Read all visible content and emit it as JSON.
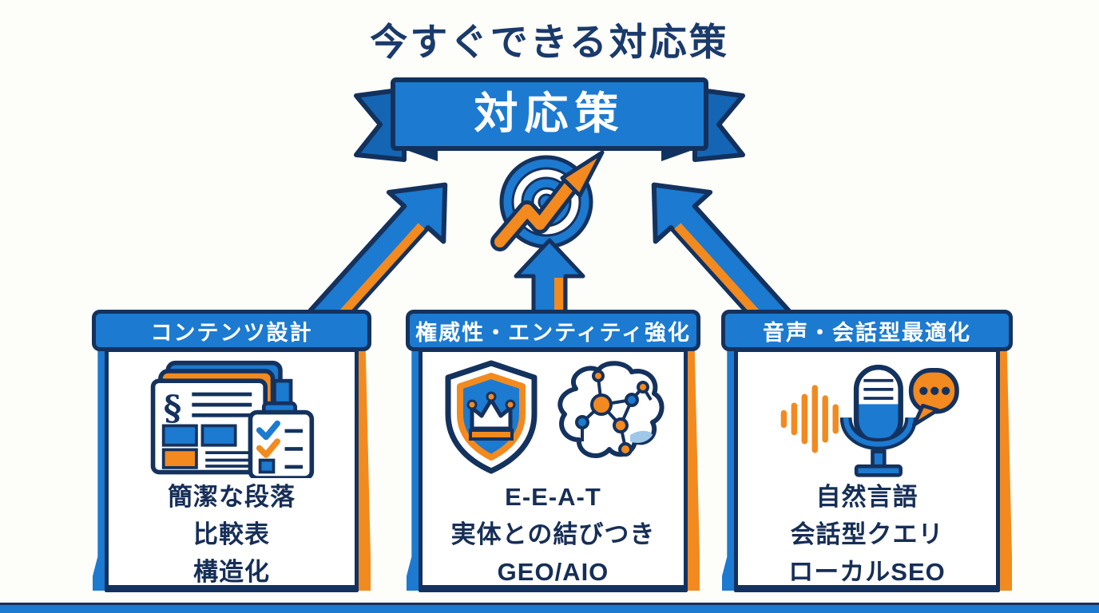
{
  "page": {
    "title": "今すぐできる対応策"
  },
  "banner": {
    "label": "対応策"
  },
  "colors": {
    "primary_blue": "#1c7ad0",
    "navy_outline": "#14325e",
    "accent_orange": "#f28a1f",
    "title_text": "#1a3a6b",
    "background": "#fdfdfa"
  },
  "center_icon": "target-with-growth-arrow",
  "arrows": {
    "left": "diagonal-arrow-up-right",
    "middle": "arrow-up",
    "right": "diagonal-arrow-up-left"
  },
  "cards": [
    {
      "title": "コンテンツ設計",
      "icon": "documents-checklist-icon",
      "items": [
        "簡潔な段落",
        "比較表",
        "構造化"
      ]
    },
    {
      "title": "権威性・エンティティ強化",
      "icon": "shield-crown-brain-icon",
      "items": [
        "E-E-A-T",
        "実体との結びつき",
        "GEO/AIO"
      ]
    },
    {
      "title": "音声・会話型最適化",
      "icon": "voice-microphone-chat-icon",
      "items": [
        "自然言語",
        "会話型クエリ",
        "ローカルSEO"
      ]
    }
  ]
}
